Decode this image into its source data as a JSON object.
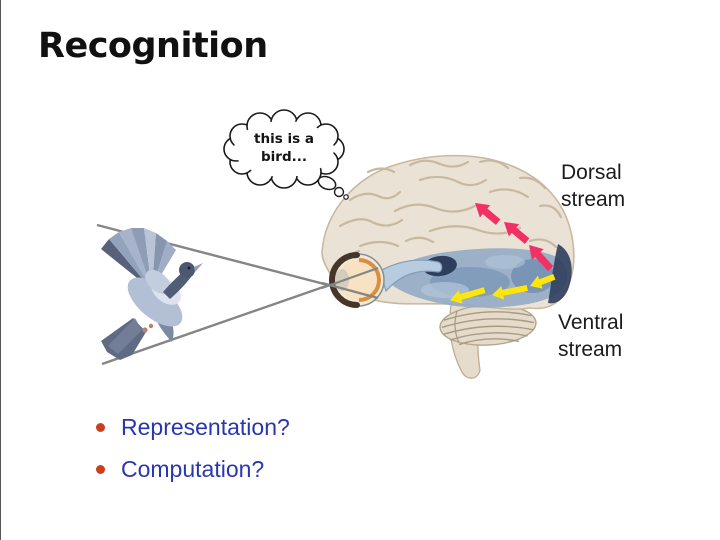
{
  "slide": {
    "title": "Recognition",
    "thought_text": "this is a\nbird...",
    "dorsal_label": "Dorsal\nstream",
    "ventral_label": "Ventral\nstream",
    "bullets": [
      "Representation?",
      "Computation?"
    ]
  },
  "colors": {
    "title_text": "#111111",
    "label_text": "#1b1b1b",
    "bullet_dot": "#cc3e1c",
    "bullet_text": "#2937ae",
    "dorsal_arrow": "#f23064",
    "ventral_arrow": "#ffe60a",
    "brain_fill": "#eae2d4",
    "brain_line": "#c9b8a0",
    "ventral_highlight": "#93abc7",
    "deep_structure_navy": "#2f3e5c"
  }
}
